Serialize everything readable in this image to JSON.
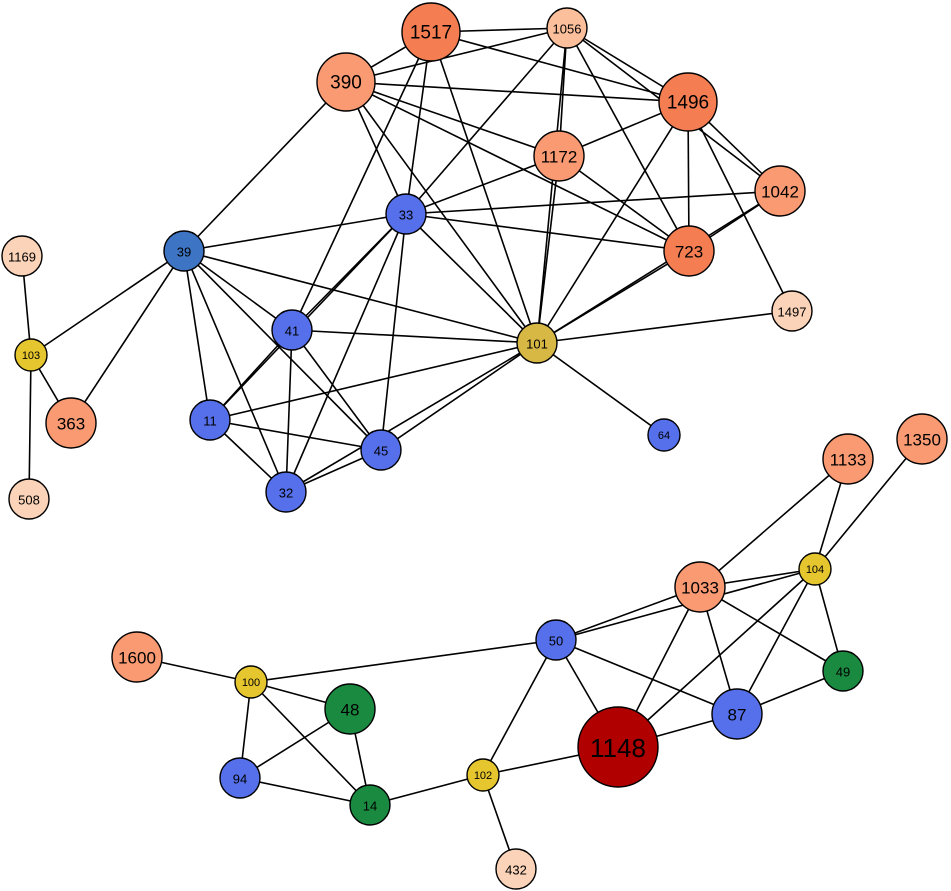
{
  "colors": {
    "blue": "#5570ea",
    "steel_blue": "#3d74c4",
    "yellow": "#e6c62e",
    "gold": "#d8b845",
    "green": "#1b8a41",
    "dark_red": "#b00000",
    "orange_strong": "#f47e52",
    "orange_medium": "#f99a72",
    "orange_light": "#fbbf9c",
    "orange_pale": "#fbd3b8"
  },
  "nodes": [
    {
      "id": "1517",
      "label": "1517",
      "color": "orange_strong",
      "size": "large"
    },
    {
      "id": "1056",
      "label": "1056",
      "color": "orange_light",
      "size": "small"
    },
    {
      "id": "390",
      "label": "390",
      "color": "orange_medium",
      "size": "large"
    },
    {
      "id": "1496",
      "label": "1496",
      "color": "orange_strong",
      "size": "large"
    },
    {
      "id": "1172",
      "label": "1172",
      "color": "orange_medium",
      "size": "medium"
    },
    {
      "id": "1042",
      "label": "1042",
      "color": "orange_medium",
      "size": "medium"
    },
    {
      "id": "723",
      "label": "723",
      "color": "orange_strong",
      "size": "medium"
    },
    {
      "id": "1497",
      "label": "1497",
      "color": "orange_pale",
      "size": "small"
    },
    {
      "id": "33",
      "label": "33",
      "color": "blue",
      "size": "small"
    },
    {
      "id": "39",
      "label": "39",
      "color": "steel_blue",
      "size": "small"
    },
    {
      "id": "41",
      "label": "41",
      "color": "blue",
      "size": "small"
    },
    {
      "id": "101",
      "label": "101",
      "color": "gold",
      "size": "small"
    },
    {
      "id": "11",
      "label": "11",
      "color": "blue",
      "size": "small"
    },
    {
      "id": "45",
      "label": "45",
      "color": "blue",
      "size": "small"
    },
    {
      "id": "32",
      "label": "32",
      "color": "blue",
      "size": "small"
    },
    {
      "id": "64",
      "label": "64",
      "color": "blue",
      "size": "tiny"
    },
    {
      "id": "1169",
      "label": "1169",
      "color": "orange_pale",
      "size": "small"
    },
    {
      "id": "103",
      "label": "103",
      "color": "yellow",
      "size": "tiny"
    },
    {
      "id": "363",
      "label": "363",
      "color": "orange_medium",
      "size": "medium"
    },
    {
      "id": "508",
      "label": "508",
      "color": "orange_pale",
      "size": "small"
    },
    {
      "id": "1133",
      "label": "1133",
      "color": "orange_medium",
      "size": "medium"
    },
    {
      "id": "1350",
      "label": "1350",
      "color": "orange_medium",
      "size": "medium"
    },
    {
      "id": "104",
      "label": "104",
      "color": "yellow",
      "size": "tiny"
    },
    {
      "id": "1033",
      "label": "1033",
      "color": "orange_medium",
      "size": "medium"
    },
    {
      "id": "50",
      "label": "50",
      "color": "blue",
      "size": "small"
    },
    {
      "id": "49",
      "label": "49",
      "color": "green",
      "size": "small"
    },
    {
      "id": "87",
      "label": "87",
      "color": "blue",
      "size": "medium"
    },
    {
      "id": "1148",
      "label": "1148",
      "color": "dark_red",
      "size": "huge"
    },
    {
      "id": "1600",
      "label": "1600",
      "color": "orange_medium",
      "size": "medium"
    },
    {
      "id": "100",
      "label": "100",
      "color": "yellow",
      "size": "tiny"
    },
    {
      "id": "48",
      "label": "48",
      "color": "green",
      "size": "medium"
    },
    {
      "id": "94",
      "label": "94",
      "color": "blue",
      "size": "small"
    },
    {
      "id": "14",
      "label": "14",
      "color": "green",
      "size": "small"
    },
    {
      "id": "102",
      "label": "102",
      "color": "yellow",
      "size": "tiny"
    },
    {
      "id": "432",
      "label": "432",
      "color": "orange_pale",
      "size": "small"
    }
  ],
  "edges": [
    [
      "1517",
      "1056"
    ],
    [
      "1517",
      "390"
    ],
    [
      "1517",
      "1496"
    ],
    [
      "1517",
      "33"
    ],
    [
      "1517",
      "101"
    ],
    [
      "1517",
      "41"
    ],
    [
      "1056",
      "390"
    ],
    [
      "1056",
      "1496"
    ],
    [
      "1056",
      "1042"
    ],
    [
      "1056",
      "723"
    ],
    [
      "1056",
      "1172"
    ],
    [
      "1056",
      "101"
    ],
    [
      "1056",
      "33"
    ],
    [
      "390",
      "1496"
    ],
    [
      "390",
      "1172"
    ],
    [
      "390",
      "39"
    ],
    [
      "390",
      "33"
    ],
    [
      "390",
      "723"
    ],
    [
      "390",
      "101"
    ],
    [
      "1496",
      "1172"
    ],
    [
      "1496",
      "1042"
    ],
    [
      "1496",
      "723"
    ],
    [
      "1496",
      "1497"
    ],
    [
      "1496",
      "101"
    ],
    [
      "1172",
      "33"
    ],
    [
      "1172",
      "101"
    ],
    [
      "1172",
      "723"
    ],
    [
      "1042",
      "723"
    ],
    [
      "1042",
      "33"
    ],
    [
      "1042",
      "101"
    ],
    [
      "723",
      "33"
    ],
    [
      "723",
      "101"
    ],
    [
      "1497",
      "101"
    ],
    [
      "33",
      "39"
    ],
    [
      "33",
      "41"
    ],
    [
      "33",
      "11"
    ],
    [
      "33",
      "32"
    ],
    [
      "33",
      "45"
    ],
    [
      "33",
      "101"
    ],
    [
      "39",
      "41"
    ],
    [
      "39",
      "11"
    ],
    [
      "39",
      "32"
    ],
    [
      "39",
      "45"
    ],
    [
      "39",
      "101"
    ],
    [
      "39",
      "103"
    ],
    [
      "39",
      "363"
    ],
    [
      "41",
      "101"
    ],
    [
      "41",
      "11"
    ],
    [
      "41",
      "32"
    ],
    [
      "41",
      "45"
    ],
    [
      "101",
      "11"
    ],
    [
      "101",
      "45"
    ],
    [
      "101",
      "32"
    ],
    [
      "101",
      "64"
    ],
    [
      "11",
      "45"
    ],
    [
      "11",
      "32"
    ],
    [
      "45",
      "32"
    ],
    [
      "103",
      "1169"
    ],
    [
      "103",
      "363"
    ],
    [
      "103",
      "508"
    ],
    [
      "1133",
      "1033"
    ],
    [
      "1133",
      "104"
    ],
    [
      "1350",
      "104"
    ],
    [
      "104",
      "1033"
    ],
    [
      "104",
      "50"
    ],
    [
      "104",
      "49"
    ],
    [
      "104",
      "87"
    ],
    [
      "104",
      "1148"
    ],
    [
      "1033",
      "50"
    ],
    [
      "1033",
      "87"
    ],
    [
      "1033",
      "49"
    ],
    [
      "1033",
      "1148"
    ],
    [
      "50",
      "100"
    ],
    [
      "50",
      "87"
    ],
    [
      "50",
      "1148"
    ],
    [
      "50",
      "102"
    ],
    [
      "49",
      "87"
    ],
    [
      "87",
      "1148"
    ],
    [
      "1148",
      "102"
    ],
    [
      "1600",
      "100"
    ],
    [
      "100",
      "48"
    ],
    [
      "100",
      "94"
    ],
    [
      "100",
      "14"
    ],
    [
      "48",
      "94"
    ],
    [
      "48",
      "14"
    ],
    [
      "94",
      "14"
    ],
    [
      "14",
      "102"
    ],
    [
      "102",
      "432"
    ]
  ]
}
